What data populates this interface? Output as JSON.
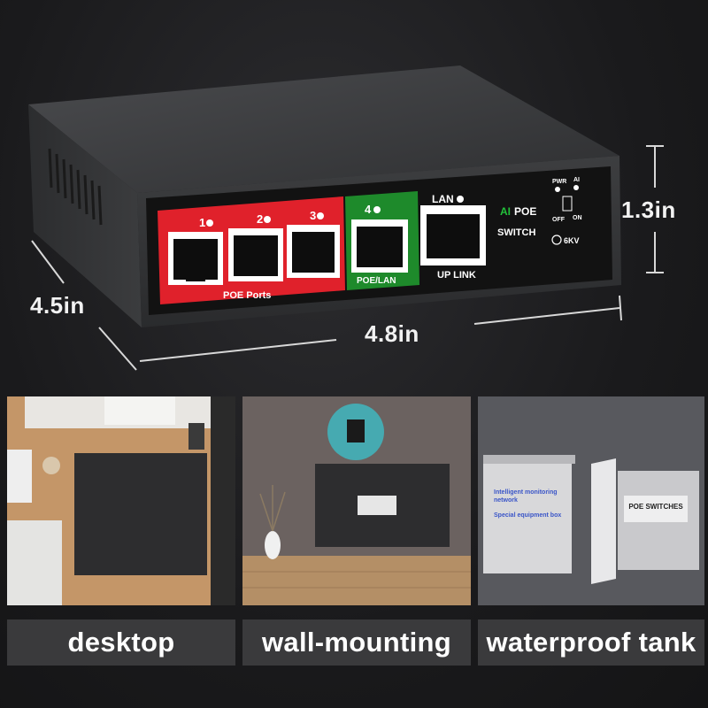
{
  "dimensions": {
    "height": "1.3in",
    "depth": "4.5in",
    "width": "4.8in"
  },
  "device": {
    "poe_port_labels": [
      "1",
      "2",
      "3"
    ],
    "poe_group_label": "POE Ports",
    "poe_lan_port_label": "4",
    "poe_lan_group_label": "POE/LAN",
    "lan_label": "LAN",
    "uplink_label": "UP LINK",
    "brand_line1_prefix": "AI",
    "brand_line1_suffix": "POE",
    "brand_line2": "SWITCH",
    "pwr_label": "PWR",
    "ai_label": "AI",
    "off_label": "OFF",
    "on_label": "ON",
    "surge_label": "6KV",
    "colors": {
      "poe_group": "#e0212b",
      "poe_lan_group": "#1e8a2b",
      "body": "#3a3b3d",
      "faceplate": "#141414"
    }
  },
  "scenes": {
    "box1_line1": "Intelligent monitoring",
    "box1_line2": "network",
    "box1_line3": "Special equipment box",
    "box2_label": "POE SWITCHES"
  },
  "captions": [
    "desktop",
    "wall-mounting",
    "waterproof tank"
  ]
}
